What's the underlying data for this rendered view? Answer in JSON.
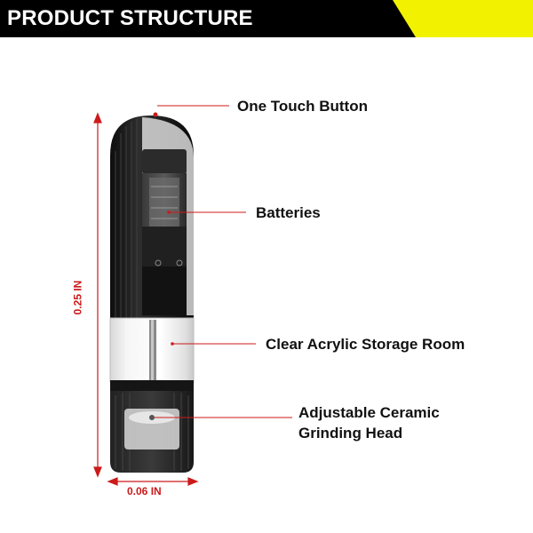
{
  "header": {
    "title": "PRODUCT STRUCTURE",
    "bar_color": "#000000",
    "accent_color": "#f2f200"
  },
  "callouts": [
    {
      "id": "button",
      "text": "One Touch Button"
    },
    {
      "id": "batteries",
      "text": "Batteries"
    },
    {
      "id": "storage",
      "text": "Clear Acrylic Storage Room"
    },
    {
      "id": "grinder",
      "text": "Adjustable Ceramic Grinding Head"
    }
  ],
  "dimensions": {
    "height": "0.25 IN",
    "width": "0.06 IN",
    "line_color": "#cc1a1a"
  },
  "product": {
    "name": "electric-grinder",
    "body_color": "#1c1c1c"
  }
}
